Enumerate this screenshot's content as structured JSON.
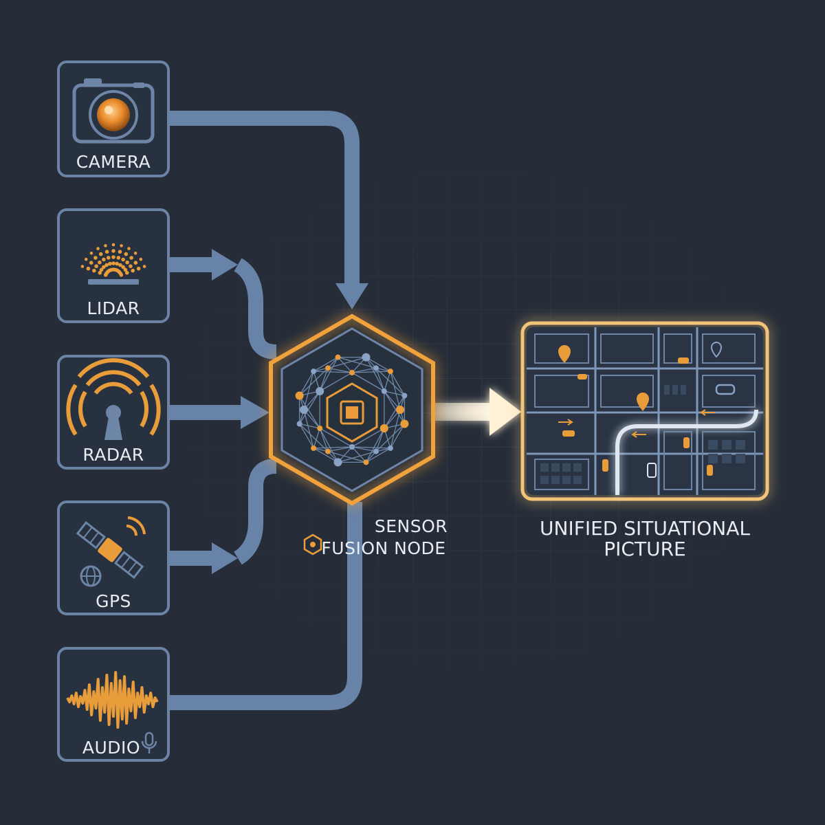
{
  "colors": {
    "background": "#262d38",
    "accent": "#e99d3a",
    "pipe": "#6783a8",
    "frame": "#6b84a6",
    "text": "#e9edf2"
  },
  "sensors": [
    {
      "id": "camera",
      "label": "CAMERA",
      "icon": "camera-icon"
    },
    {
      "id": "lidar",
      "label": "LIDAR",
      "icon": "lidar-icon"
    },
    {
      "id": "radar",
      "label": "RADAR",
      "icon": "radar-icon"
    },
    {
      "id": "gps",
      "label": "GPS",
      "icon": "satellite-icon"
    },
    {
      "id": "audio",
      "label": "AUDIO",
      "icon": "audio-waveform-icon"
    }
  ],
  "fusion_node": {
    "label_line1": "SENSOR",
    "label_line2": "FUSION NODE",
    "icon": "network-hexagon-icon"
  },
  "output": {
    "label_line1": "UNIFIED SITUATIONAL",
    "label_line2": "PICTURE",
    "icon": "city-map-icon"
  }
}
